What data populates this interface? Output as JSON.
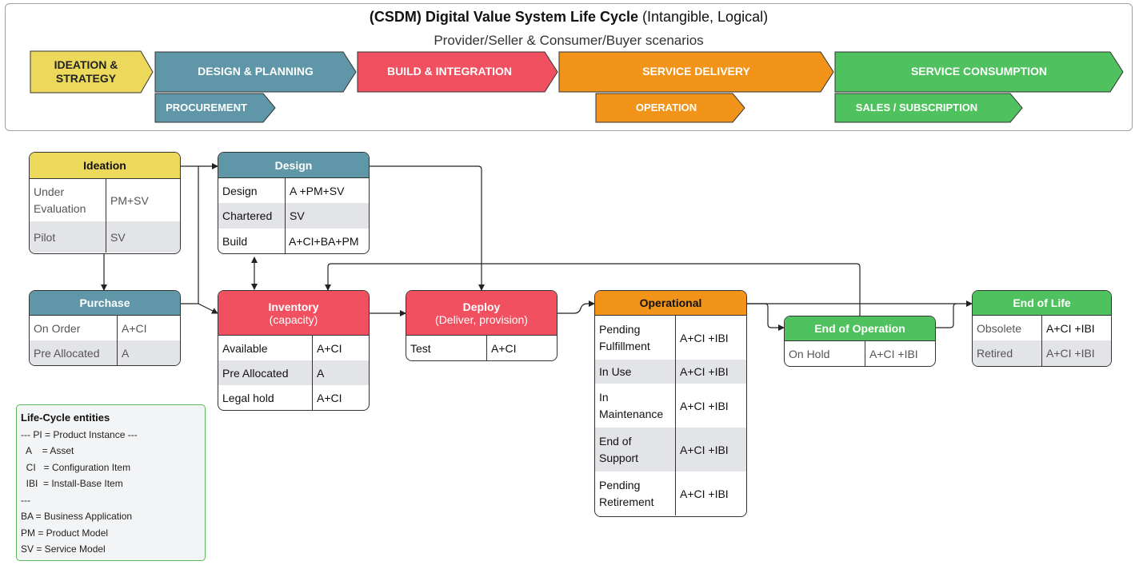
{
  "banner": {
    "title_bold": "(CSDM) Digital Value System Life Cycle",
    "title_rest": " (Intangible, Logical)",
    "subtitle": "Provider/Seller & Consumer/Buyer scenarios",
    "phases": [
      {
        "label": "IDEATION &\nSTRATEGY",
        "color": "#ecd95b"
      },
      {
        "label": "DESIGN & PLANNING",
        "color": "#5f97a8"
      },
      {
        "label": "BUILD & INTEGRATION",
        "color": "#f0505f"
      },
      {
        "label": "SERVICE DELIVERY",
        "color": "#f2931a"
      },
      {
        "label": "SERVICE CONSUMPTION",
        "color": "#4fc15e"
      }
    ],
    "subphases": [
      {
        "label": "PROCUREMENT",
        "color": "#5f97a8"
      },
      {
        "label": "OPERATION",
        "color": "#f2931a"
      },
      {
        "label": "SALES / SUBSCRIPTION",
        "color": "#4fc15e"
      }
    ]
  },
  "tables": {
    "ideation": {
      "title": "Ideation",
      "rows": [
        [
          "Under\nEvaluation",
          "PM+SV"
        ],
        [
          "Pilot",
          "SV"
        ]
      ]
    },
    "purchase": {
      "title": "Purchase",
      "rows": [
        [
          "On Order",
          "A+CI"
        ],
        [
          "Pre Allocated",
          "A"
        ]
      ]
    },
    "design": {
      "title": "Design",
      "rows": [
        [
          "Design",
          "A +PM+SV"
        ],
        [
          "Chartered",
          "SV"
        ],
        [
          "Build",
          "A+CI+BA+PM"
        ]
      ]
    },
    "inventory": {
      "title": "Inventory",
      "subtitle": "(capacity)",
      "rows": [
        [
          "Available",
          "A+CI"
        ],
        [
          "Pre Allocated",
          "A"
        ],
        [
          "Legal hold",
          "A+CI"
        ]
      ]
    },
    "deploy": {
      "title": "Deploy",
      "subtitle": "(Deliver, provision)",
      "rows": [
        [
          "Test",
          "A+CI"
        ]
      ]
    },
    "operational": {
      "title": "Operational",
      "rows": [
        [
          "Pending\nFulfillment",
          "A+CI +IBI"
        ],
        [
          "In Use",
          "A+CI +IBI"
        ],
        [
          "In\nMaintenance",
          "A+CI +IBI"
        ],
        [
          "End of\nSupport",
          "A+CI +IBI"
        ],
        [
          "Pending\nRetirement",
          "A+CI +IBI"
        ]
      ]
    },
    "endop": {
      "title": "End of Operation",
      "rows": [
        [
          "On Hold",
          "A+CI +IBI"
        ]
      ]
    },
    "eol": {
      "title": "End of Life",
      "rows": [
        [
          "Obsolete",
          "A+CI +IBI"
        ],
        [
          "Retired",
          "A+CI +IBI"
        ]
      ]
    }
  },
  "legend": {
    "title": "Life-Cycle entities",
    "lines": [
      "--- PI = Product Instance ---",
      "  A    = Asset",
      "  CI   = Configuration Item",
      "  IBI  = Install-Base Item",
      "---",
      "BA = Business Application",
      "PM = Product Model",
      "SV = Service Model"
    ]
  },
  "colors": {
    "yellow": "#ecd95b",
    "teal": "#5f97a8",
    "red": "#f0505f",
    "orange": "#f2931a",
    "green": "#4fc15e"
  }
}
